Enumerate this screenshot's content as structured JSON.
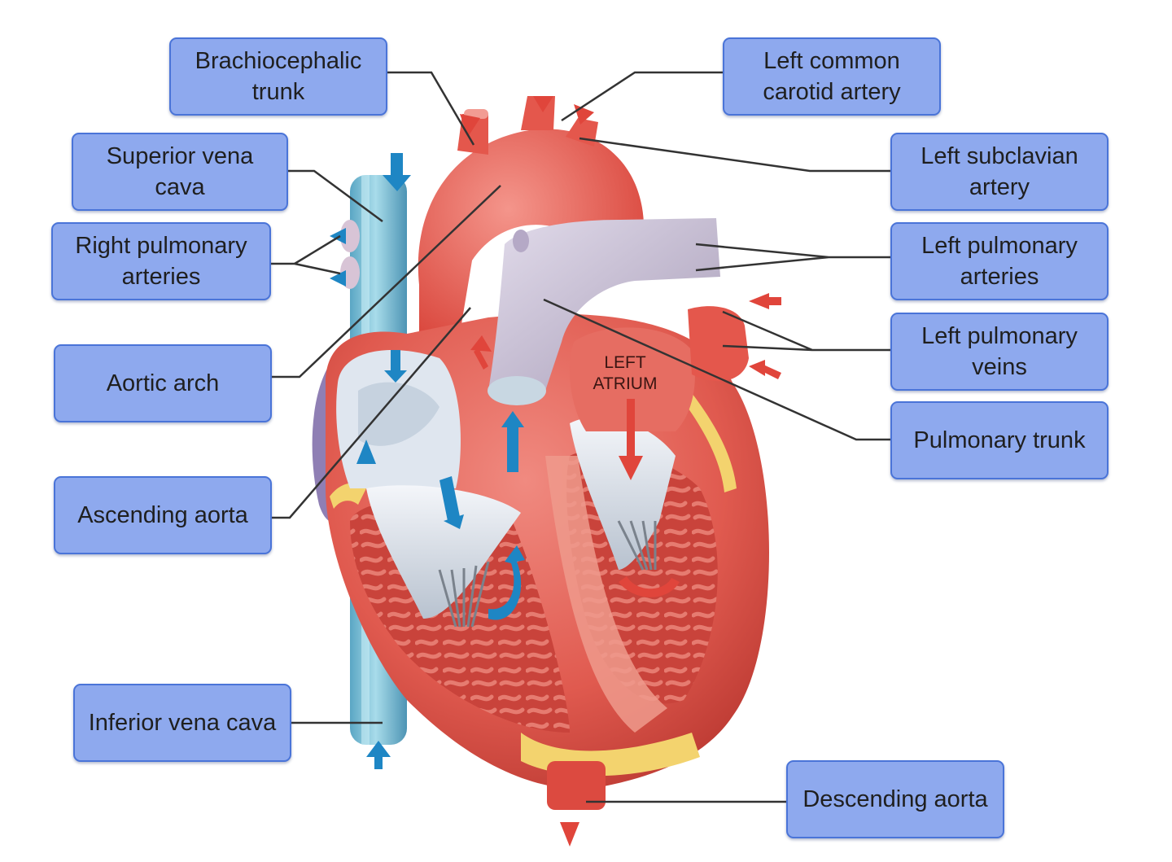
{
  "diagram": {
    "chamber_label_line1": "LEFT",
    "chamber_label_line2": "ATRIUM",
    "colors": {
      "label_fill": "#8ea9ee",
      "label_border": "#4a74d8",
      "leader_line": "#333333",
      "oxygenated": "#e0453b",
      "deoxygenated": "#1e86c4",
      "vena_cava": "#8ec9dc",
      "pulmonary": "#c6bed0",
      "fat": "#f3d36e"
    },
    "icons": {
      "flow_arrow_red": "oxygenated-blood-arrow-icon",
      "flow_arrow_blue": "deoxygenated-blood-arrow-icon"
    },
    "labels": {
      "brachiocephalic": "Brachiocephalic\ntrunk",
      "left_common_carotid": "Left common\ncarotid artery",
      "superior_vena_cava": "Superior vena\ncava",
      "left_subclavian": "Left subclavian\nartery",
      "right_pulmonary_arteries": "Right pulmonary\narteries",
      "left_pulmonary_arteries": "Left pulmonary\narteries",
      "left_pulmonary_veins": "Left pulmonary\nveins",
      "aortic_arch": "Aortic arch",
      "pulmonary_trunk": "Pulmonary trunk",
      "ascending_aorta": "Ascending aorta",
      "inferior_vena_cava": "Inferior vena cava",
      "descending_aorta": "Descending aorta"
    }
  }
}
